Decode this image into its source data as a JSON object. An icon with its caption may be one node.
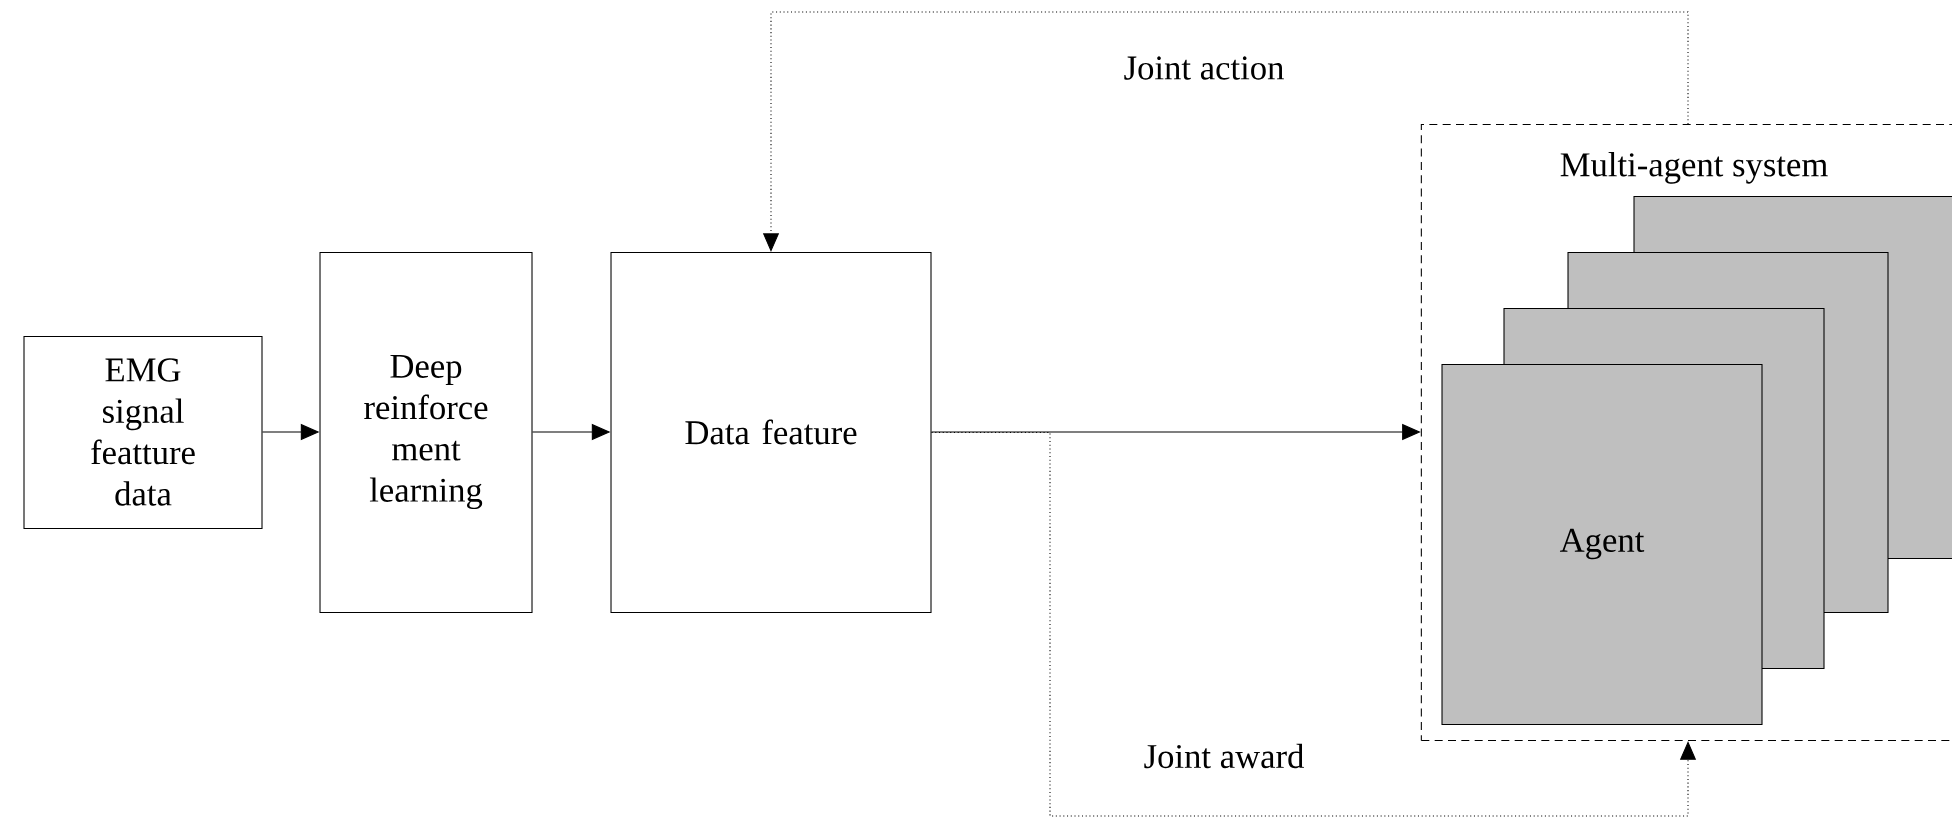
{
  "diagram": {
    "nodes": [
      {
        "text": [
          "EMG signal featture data"
        ]
      },
      {
        "text": [
          "Deep reinforce ment learning"
        ]
      },
      {
        "text": [
          "Data feature"
        ]
      },
      {
        "text": [
          "Multi-agent system"
        ]
      },
      {
        "text": [
          "Agent"
        ],
        "in": 3
      },
      {
        "text": [],
        "shape": "box",
        "in": 3
      },
      {
        "text": [],
        "shape": "box",
        "in": 3
      },
      {
        "text": [],
        "shape": "box",
        "in": 3
      }
    ],
    "edges": [
      {
        "from": 0,
        "to": 1,
        "arrow": "to"
      },
      {
        "from": 1,
        "to": 2,
        "arrow": "to"
      },
      {
        "from": 2,
        "to": 3,
        "arrow": "to"
      },
      {
        "from": 3,
        "to": 2,
        "arrow": "to",
        "label": "Joint action",
        "style": "dashed"
      },
      {
        "from": 2,
        "to": 3,
        "arrow": "to",
        "label": "Joint award",
        "style": "dashed"
      }
    ]
  }
}
